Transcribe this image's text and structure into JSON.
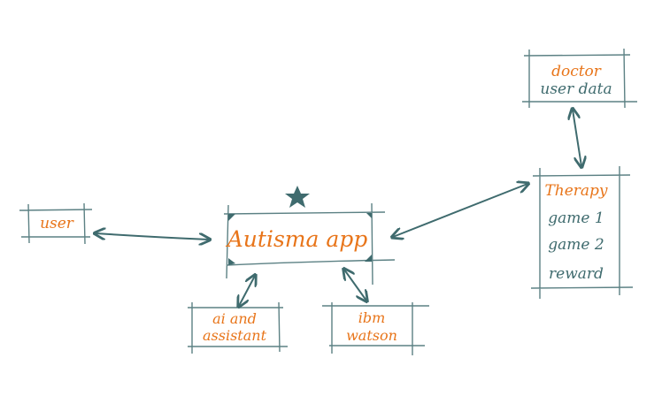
{
  "colors": {
    "ink": "#3f6b6e",
    "accent": "#e8751a"
  },
  "nodes": {
    "user": {
      "label": "user"
    },
    "app": {
      "label": "Autisma app"
    },
    "ai": {
      "line1": "ai and",
      "line2": "assistant"
    },
    "ibm": {
      "line1": "ibm",
      "line2": "watson"
    },
    "doctor": {
      "line1": "doctor",
      "line2": "user data"
    },
    "therapy": {
      "title": "Therapy",
      "items": [
        "game 1",
        "game 2",
        "reward"
      ]
    }
  },
  "icons": {
    "app_badge": "star-icon"
  }
}
